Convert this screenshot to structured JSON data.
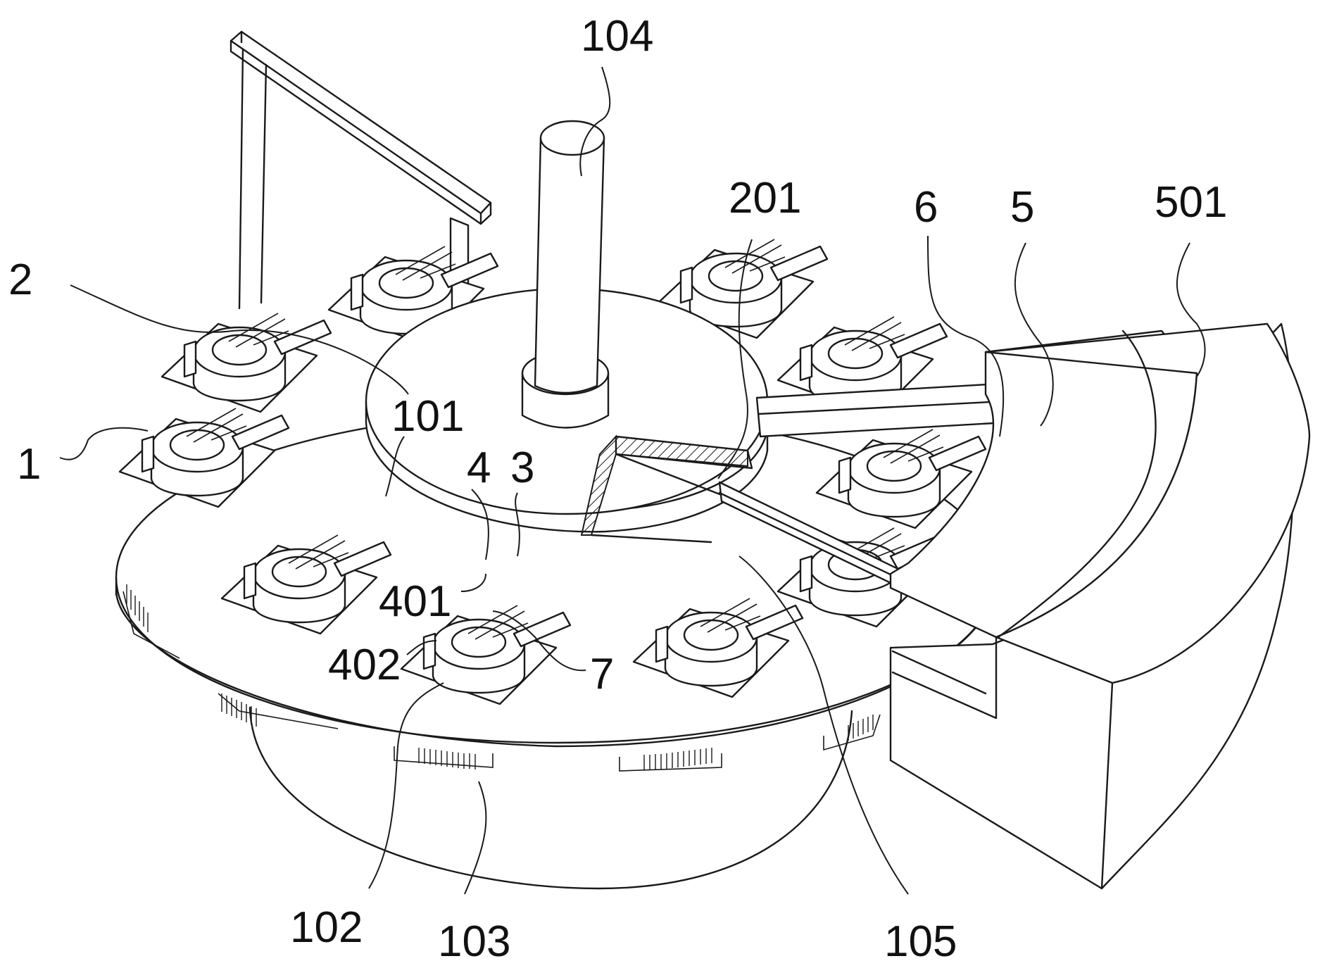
{
  "figure": {
    "kind": "patent perspective drawing",
    "subject": "rotary turntable machine with clamping stations and arc-shaped side housing"
  },
  "labels": {
    "l104": "104",
    "l2": "2",
    "l201": "201",
    "l6": "6",
    "l5": "5",
    "l501": "501",
    "l1": "1",
    "l101": "101",
    "l4": "4",
    "l3": "3",
    "l401": "401",
    "l402": "402",
    "l7": "7",
    "l102": "102",
    "l103": "103",
    "l105": "105"
  },
  "components": [
    {
      "ref": "1",
      "name": "turntable base disc"
    },
    {
      "ref": "101",
      "name": "central hub"
    },
    {
      "ref": "102",
      "name": "station mounting plate"
    },
    {
      "ref": "103",
      "name": "gear ring segment"
    },
    {
      "ref": "104",
      "name": "central column"
    },
    {
      "ref": "105",
      "name": "lower housing"
    },
    {
      "ref": "2",
      "name": "support frame"
    },
    {
      "ref": "201",
      "name": "sectioned wedge"
    },
    {
      "ref": "3",
      "name": "guide rail"
    },
    {
      "ref": "4",
      "name": "clamp assembly"
    },
    {
      "ref": "401",
      "name": "actuator cylinder"
    },
    {
      "ref": "402",
      "name": "workpiece holder ring"
    },
    {
      "ref": "5",
      "name": "arc housing"
    },
    {
      "ref": "501",
      "name": "arc housing top"
    },
    {
      "ref": "6",
      "name": "cross beam"
    },
    {
      "ref": "7",
      "name": "clamp jaw"
    }
  ],
  "station_count": 10
}
